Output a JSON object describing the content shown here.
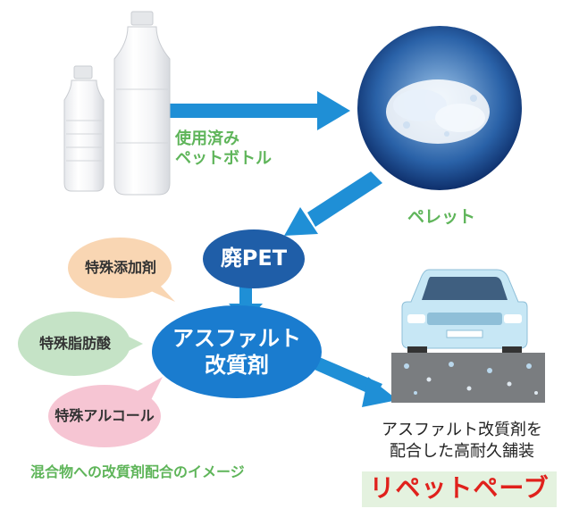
{
  "bottle_label_line1": "使用済み",
  "bottle_label_line2": "ペットボトル",
  "pellet_label": "ペレット",
  "waste_pet_label": "廃PET",
  "modifier_label_line1": "アスファルト",
  "modifier_label_line2": "改質剤",
  "additive_1": "特殊添加剤",
  "additive_2": "特殊脂肪酸",
  "additive_3": "特殊アルコール",
  "caption_mix": "混合物への改質剤配合のイメージ",
  "pavement_line1": "アスファルト改質剤を",
  "pavement_line2": "配合した高耐久舗装",
  "product_name": "リペットペーブ",
  "colors": {
    "arrow_blue": "#1f8fd6",
    "oval_dark_blue": "#1f5ea8",
    "oval_blue": "#1a7ccf",
    "bubble_orange": "#f9d6b3",
    "bubble_green": "#c5e3c6",
    "bubble_pink": "#f6c5d3",
    "label_green": "#5fb55a",
    "product_red": "#e0211c"
  }
}
